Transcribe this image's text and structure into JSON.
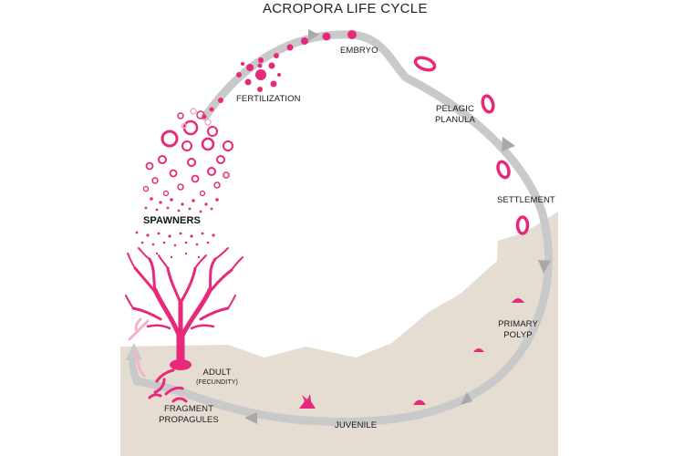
{
  "title": "ACROPORA LIFE CYCLE",
  "stages": {
    "embryo": "EMBRYO",
    "fertilization": "FERTILIZATION",
    "pelagic_line1": "PELAGIC",
    "pelagic_line2": "PLANULA",
    "settlement": "SETTLEMENT",
    "primary_line1": "PRIMARY",
    "primary_line2": "POLYP",
    "juvenile": "JUVENILE",
    "adult": "ADULT",
    "adult_note": "(FECUNDITY)",
    "fragment_line1": "FRAGMENT",
    "fragment_line2": "PROPAGULES",
    "spawners": "SPAWNERS"
  },
  "colors": {
    "coral": "#e8287a",
    "seafloor": "#e6ddd2",
    "cycle_arrow": "#c9c9c9",
    "text": "#1a1a1a"
  }
}
